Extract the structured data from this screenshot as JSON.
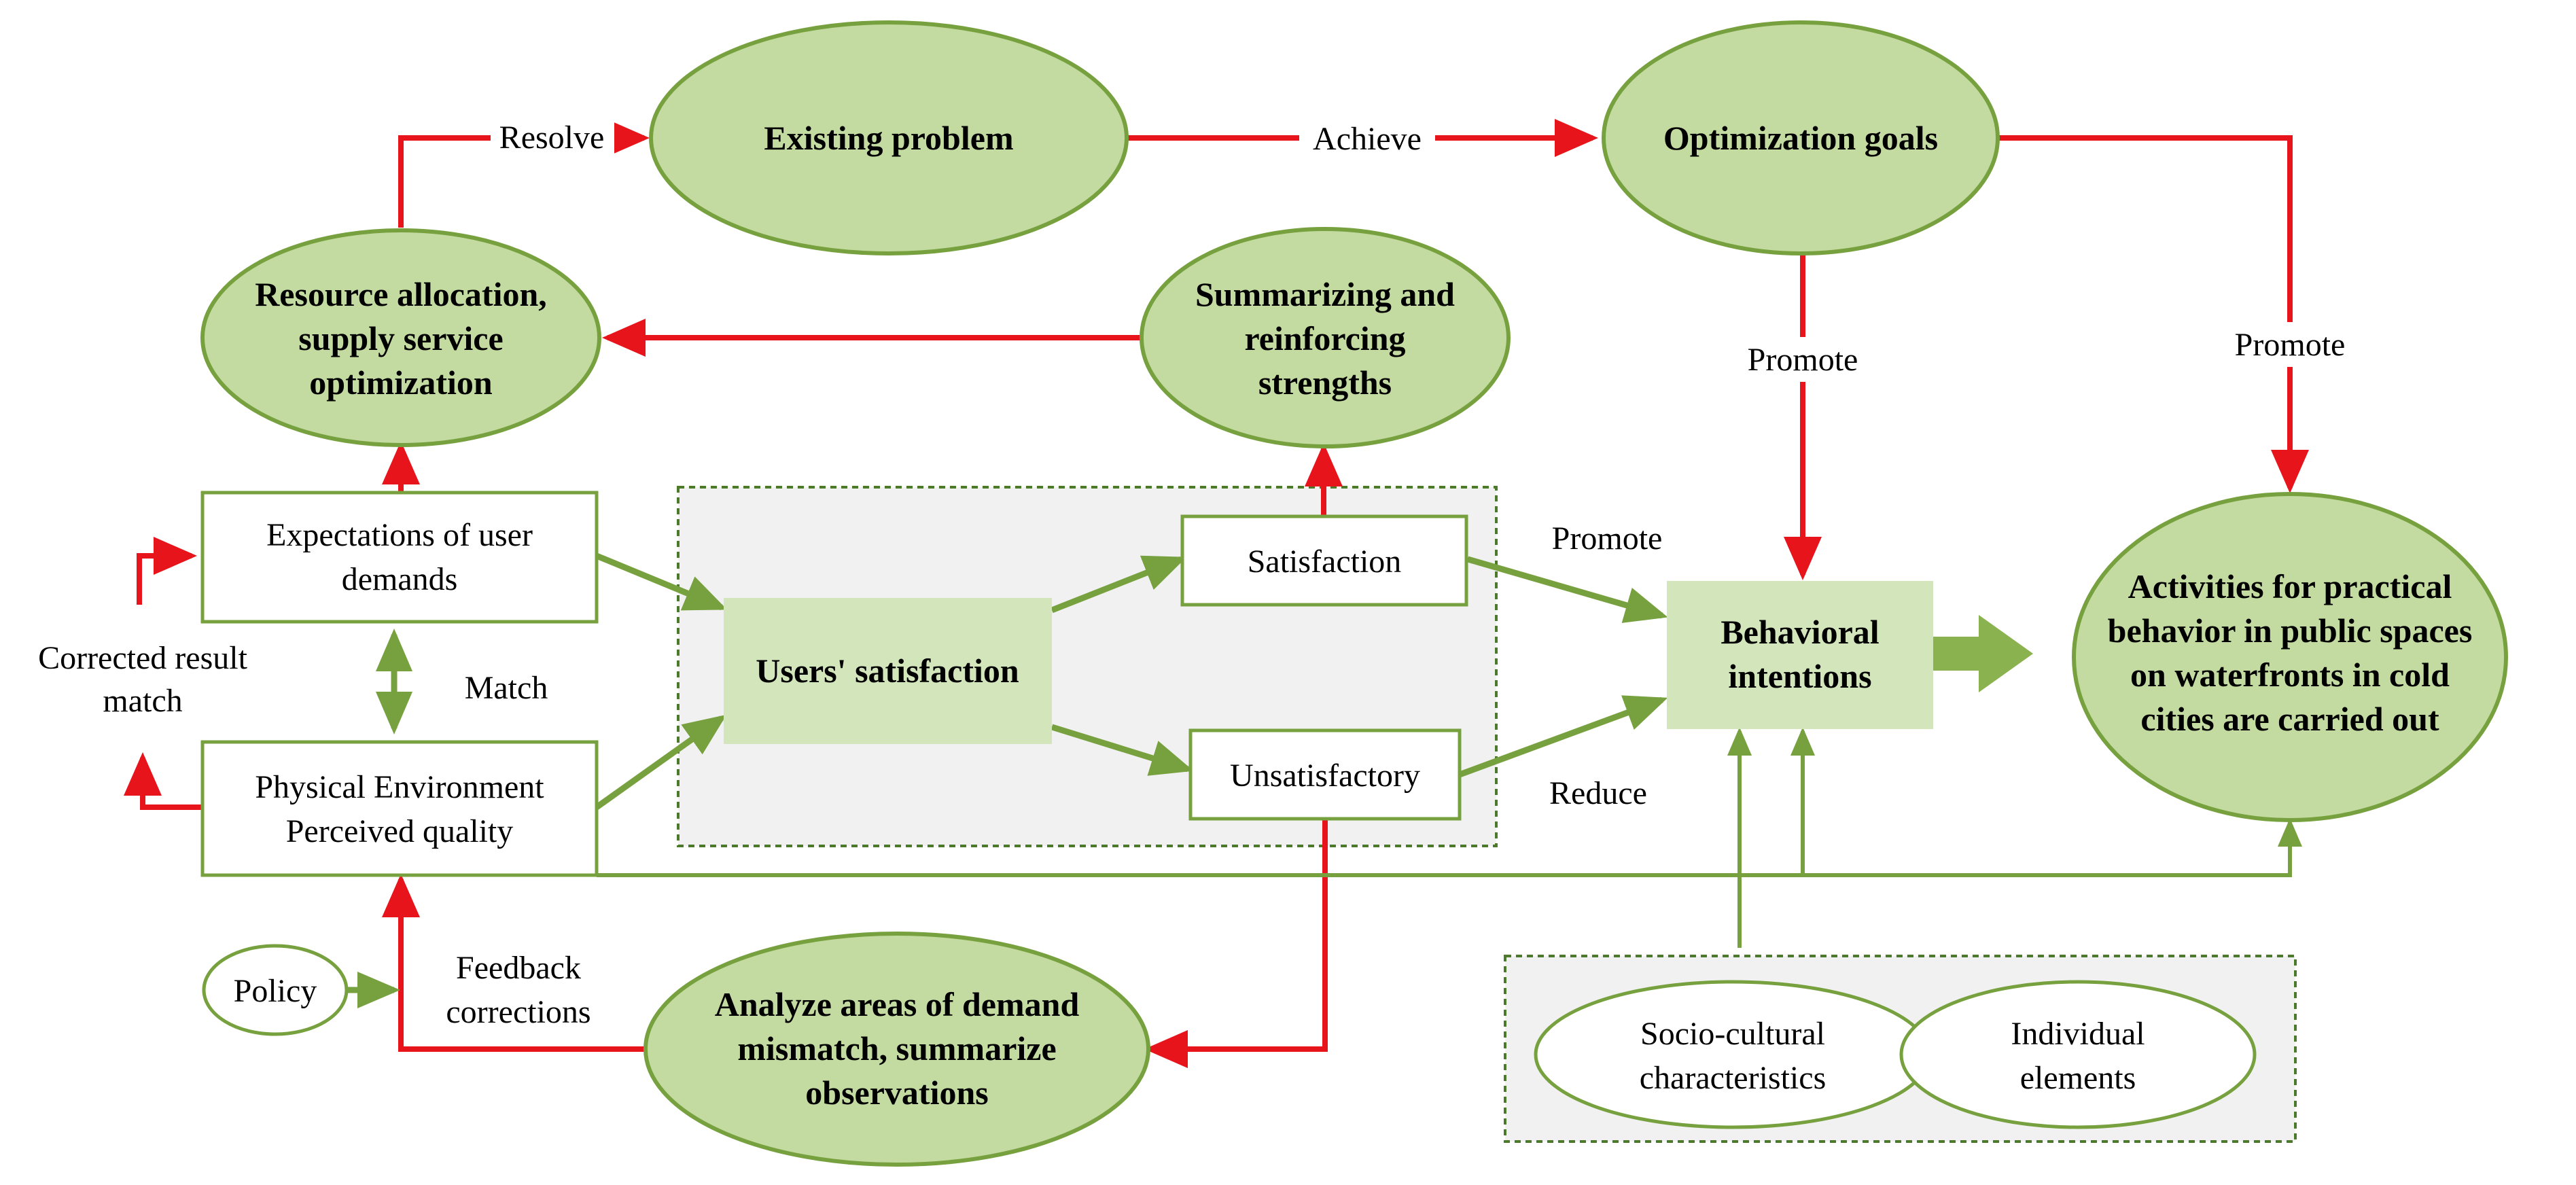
{
  "colors": {
    "ellipse_fill": "#c3dba0",
    "ellipse_stroke": "#77a13e",
    "light_green_fill": "#d3e6bb",
    "panel_fill": "#f1f1f1",
    "panel_stroke": "#4a7a2a",
    "box_stroke": "#77a13e",
    "red_arrow": "#e8141b",
    "green_arrow": "#77a13e",
    "big_arrow": "#8ab24f"
  },
  "nodes": {
    "existing_problem": "Existing problem",
    "optimization_goals": "Optimization goals",
    "resource_allocation": [
      "Resource allocation,",
      "supply service",
      "optimization"
    ],
    "summarizing": [
      "Summarizing and",
      "reinforcing",
      "strengths"
    ],
    "expectations": [
      "Expectations of user",
      "demands"
    ],
    "physical_env": [
      "Physical Environment",
      "Perceived quality"
    ],
    "users_satisfaction": "Users' satisfaction",
    "satisfaction": "Satisfaction",
    "unsatisfactory": "Unsatisfactory",
    "behavioral_intentions": [
      "Behavioral",
      "intentions"
    ],
    "activities": [
      "Activities for practical",
      "behavior in public spaces",
      "on waterfronts in cold",
      "cities are carried out"
    ],
    "policy": "Policy",
    "analyze": [
      "Analyze areas of demand",
      "mismatch, summarize",
      "observations"
    ],
    "socio_cultural": [
      "Socio-cultural",
      "characteristics"
    ],
    "individual": [
      "Individual",
      "elements"
    ]
  },
  "labels": {
    "resolve": "Resolve",
    "achieve": "Achieve",
    "promote_mid": "Promote",
    "promote_right": "Promote",
    "promote_sat": "Promote",
    "reduce": "Reduce",
    "match": "Match",
    "corrected": [
      "Corrected result",
      "match"
    ],
    "feedback": [
      "Feedback",
      "corrections"
    ]
  }
}
